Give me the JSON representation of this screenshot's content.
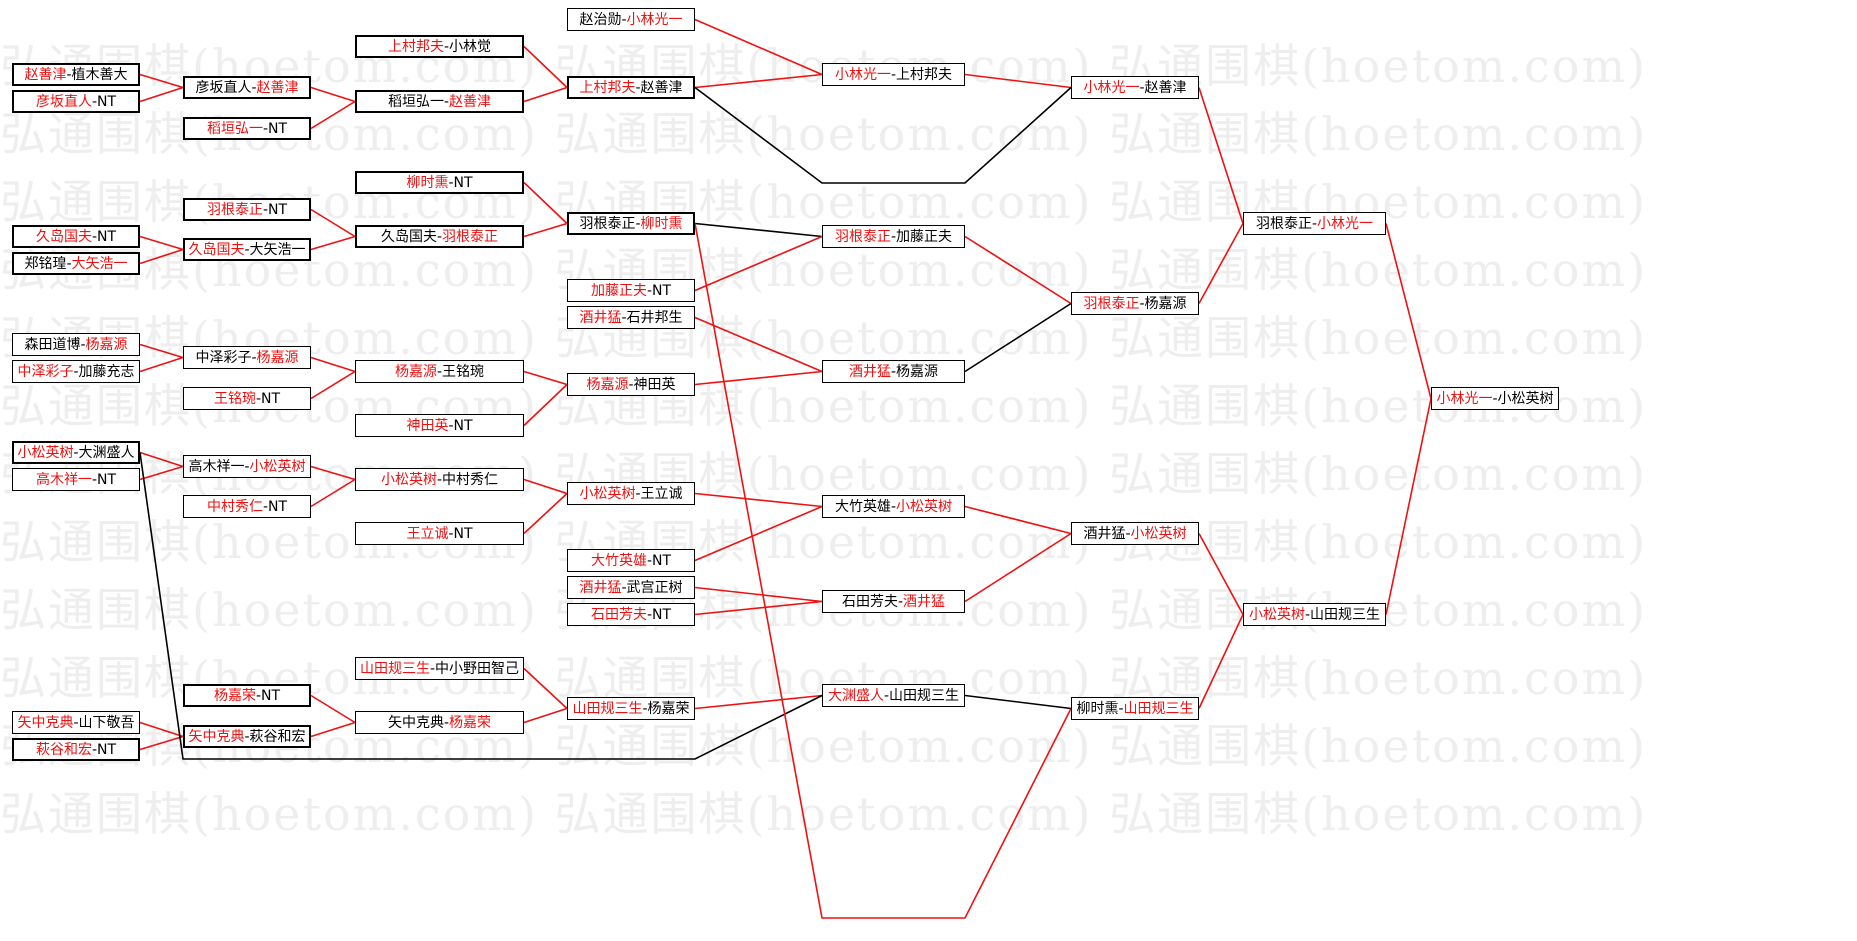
{
  "watermark": {
    "text": "弘通围棋(hoetom.com) 弘通围棋(hoetom.com) 弘通围棋(hoetom.com)"
  },
  "colors": {
    "winner": "#ee1111",
    "loser": "#000000",
    "line_red": "#ee1111",
    "line_black": "#000000"
  },
  "boxes": [
    {
      "id": "r1a",
      "left": "赵善津",
      "right": "植木善大",
      "win": "L"
    },
    {
      "id": "r1b",
      "left": "彦坂直人",
      "right": "NT",
      "win": "L"
    },
    {
      "id": "r1c",
      "left": "久岛国夫",
      "right": "NT",
      "win": "L"
    },
    {
      "id": "r1d",
      "left": "郑铭瑝",
      "right": "大矢浩一",
      "win": "R"
    },
    {
      "id": "r1e",
      "left": "森田道博",
      "right": "杨嘉源",
      "win": "R"
    },
    {
      "id": "r1f",
      "left": "中泽彩子",
      "right": "加藤充志",
      "win": "L"
    },
    {
      "id": "r1g",
      "left": "小松英树",
      "right": "大渊盛人",
      "win": "L"
    },
    {
      "id": "r1h",
      "left": "高木祥一",
      "right": "NT",
      "win": "L"
    },
    {
      "id": "r1i",
      "left": "矢中克典",
      "right": "山下敬吾",
      "win": "L"
    },
    {
      "id": "r1j",
      "left": "萩谷和宏",
      "right": "NT",
      "win": "L"
    },
    {
      "id": "r2a",
      "left": "彦坂直人",
      "right": "赵善津",
      "win": "R"
    },
    {
      "id": "r2b",
      "left": "稻垣弘一",
      "right": "NT",
      "win": "L"
    },
    {
      "id": "r2c",
      "left": "羽根泰正",
      "right": "NT",
      "win": "L"
    },
    {
      "id": "r2d",
      "left": "久岛国夫",
      "right": "大矢浩一",
      "win": "L"
    },
    {
      "id": "r2e",
      "left": "中泽彩子",
      "right": "杨嘉源",
      "win": "R"
    },
    {
      "id": "r2f",
      "left": "王铭琬",
      "right": "NT",
      "win": "L"
    },
    {
      "id": "r2g",
      "left": "高木祥一",
      "right": "小松英树",
      "win": "R"
    },
    {
      "id": "r2h",
      "left": "中村秀仁",
      "right": "NT",
      "win": "L"
    },
    {
      "id": "r2i",
      "left": "杨嘉荣",
      "right": "NT",
      "win": "L"
    },
    {
      "id": "r2j",
      "left": "矢中克典",
      "right": "萩谷和宏",
      "win": "L"
    },
    {
      "id": "r3a",
      "left": "上村邦夫",
      "right": "小林觉",
      "win": "L"
    },
    {
      "id": "r3b",
      "left": "稻垣弘一",
      "right": "赵善津",
      "win": "R"
    },
    {
      "id": "r3c",
      "left": "柳时熏",
      "right": "NT",
      "win": "L"
    },
    {
      "id": "r3d",
      "left": "久岛国夫",
      "right": "羽根泰正",
      "win": "R"
    },
    {
      "id": "r3e",
      "left": "杨嘉源",
      "right": "王铭琬",
      "win": "L"
    },
    {
      "id": "r3f",
      "left": "神田英",
      "right": "NT",
      "win": "L"
    },
    {
      "id": "r3g",
      "left": "小松英树",
      "right": "中村秀仁",
      "win": "L"
    },
    {
      "id": "r3h",
      "left": "王立诚",
      "right": "NT",
      "win": "L"
    },
    {
      "id": "r3i",
      "left": "山田规三生",
      "right": "中小野田智己",
      "win": "L"
    },
    {
      "id": "r3j",
      "left": "矢中克典",
      "right": "杨嘉荣",
      "win": "R"
    },
    {
      "id": "r4a",
      "left": "赵治勋",
      "right": "小林光一",
      "win": "R"
    },
    {
      "id": "r4b",
      "left": "上村邦夫",
      "right": "赵善津",
      "win": "L"
    },
    {
      "id": "r4c",
      "left": "羽根泰正",
      "right": "柳时熏",
      "win": "R"
    },
    {
      "id": "r4d",
      "left": "加藤正夫",
      "right": "NT",
      "win": "L"
    },
    {
      "id": "r4e",
      "left": "酒井猛",
      "right": "石井邦生",
      "win": "L"
    },
    {
      "id": "r4f",
      "left": "杨嘉源",
      "right": "神田英",
      "win": "L"
    },
    {
      "id": "r4g",
      "left": "小松英树",
      "right": "王立诚",
      "win": "L"
    },
    {
      "id": "r4h",
      "left": "大竹英雄",
      "right": "NT",
      "win": "L"
    },
    {
      "id": "r4i",
      "left": "酒井猛",
      "right": "武宫正树",
      "win": "L"
    },
    {
      "id": "r4j",
      "left": "石田芳夫",
      "right": "NT",
      "win": "L"
    },
    {
      "id": "r4k",
      "left": "山田规三生",
      "right": "杨嘉荣",
      "win": "L"
    },
    {
      "id": "r5a",
      "left": "小林光一",
      "right": "上村邦夫",
      "win": "L"
    },
    {
      "id": "r5b",
      "left": "羽根泰正",
      "right": "加藤正夫",
      "win": "L"
    },
    {
      "id": "r5c",
      "left": "酒井猛",
      "right": "杨嘉源",
      "win": "L"
    },
    {
      "id": "r5d",
      "left": "大竹英雄",
      "right": "小松英树",
      "win": "R"
    },
    {
      "id": "r5e",
      "left": "石田芳夫",
      "right": "酒井猛",
      "win": "R"
    },
    {
      "id": "r5f",
      "left": "大渊盛人",
      "right": "山田规三生",
      "win": "L"
    },
    {
      "id": "r6a",
      "left": "小林光一",
      "right": "赵善津",
      "win": "L"
    },
    {
      "id": "r6b",
      "left": "羽根泰正",
      "right": "杨嘉源",
      "win": "L"
    },
    {
      "id": "r6c",
      "left": "酒井猛",
      "right": "小松英树",
      "win": "R"
    },
    {
      "id": "r6d",
      "left": "柳时熏",
      "right": "山田规三生",
      "win": "R"
    },
    {
      "id": "r7a",
      "left": "羽根泰正",
      "right": "小林光一",
      "win": "R"
    },
    {
      "id": "r7b",
      "left": "小松英树",
      "right": "山田规三生",
      "win": "L"
    },
    {
      "id": "r8a",
      "left": "小林光一",
      "right": "小松英树",
      "win": "L"
    }
  ]
}
